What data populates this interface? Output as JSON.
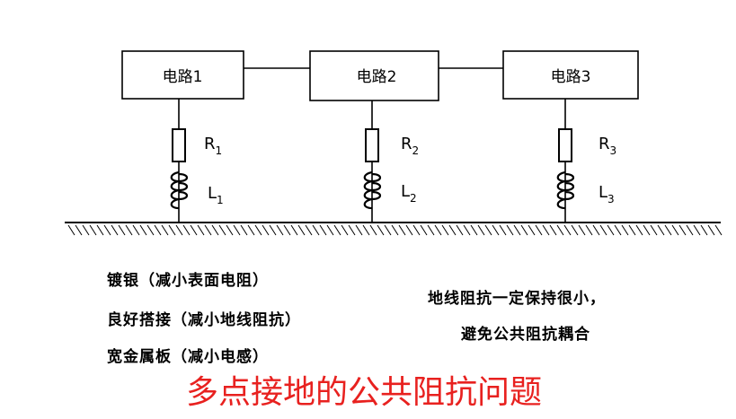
{
  "circuits": [
    {
      "label": "电路1",
      "resistor": "R",
      "resistor_sub": "1",
      "inductor": "L",
      "inductor_sub": "1"
    },
    {
      "label": "电路2",
      "resistor": "R",
      "resistor_sub": "2",
      "inductor": "L",
      "inductor_sub": "2"
    },
    {
      "label": "电路3",
      "resistor": "R",
      "resistor_sub": "3",
      "inductor": "L",
      "inductor_sub": "3"
    }
  ],
  "notes_left": [
    "镀银（减小表面电阻）",
    "良好搭接（减小地线阻抗）",
    "宽金属板（减小电感）"
  ],
  "notes_right": [
    "地线阻抗一定保持很小，",
    "避免公共阻抗耦合"
  ],
  "title": "多点接地的公共阻抗问题",
  "colors": {
    "title": "#e8211f",
    "line": "#000000"
  }
}
